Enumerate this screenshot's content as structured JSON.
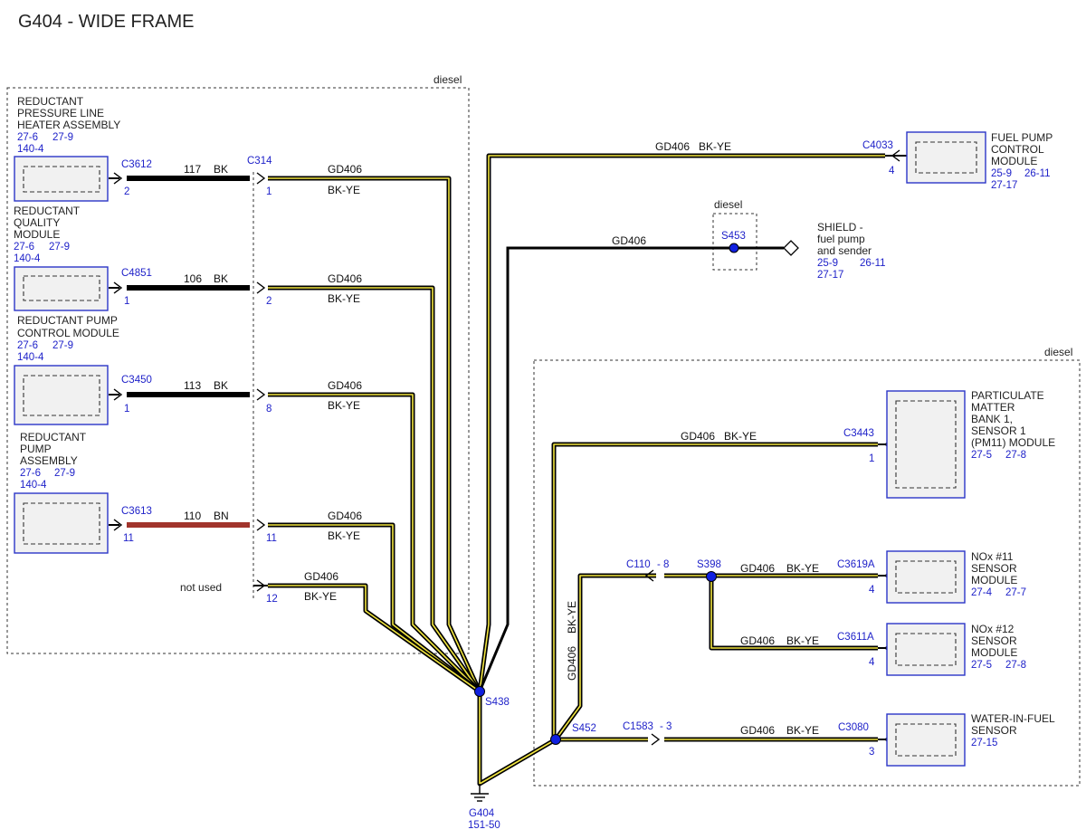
{
  "title": "G404 - WIDE FRAME",
  "regions": {
    "left": "diesel",
    "right": "diesel",
    "s453": "diesel"
  },
  "components": {
    "pressure_line": {
      "name": [
        "REDUCTANT",
        "PRESSURE LINE",
        "HEATER ASSEMBLY"
      ],
      "refs": [
        "27-6",
        "27-9",
        "140-4"
      ]
    },
    "quality_module": {
      "name": [
        "REDUCTANT",
        "QUALITY",
        "MODULE"
      ],
      "refs": [
        "27-6",
        "27-9",
        "140-4"
      ]
    },
    "pump_control": {
      "name": [
        "REDUCTANT PUMP",
        "CONTROL MODULE"
      ],
      "refs": [
        "27-6",
        "27-9",
        "140-4"
      ]
    },
    "pump_assembly": {
      "name": [
        "REDUCTANT",
        "PUMP",
        "ASSEMBLY"
      ],
      "refs": [
        "27-6",
        "27-9",
        "140-4"
      ]
    },
    "fuel_pump_ctrl": {
      "name": [
        "FUEL PUMP",
        "CONTROL",
        "MODULE"
      ],
      "refs": [
        "25-9",
        "26-11",
        "27-17"
      ]
    },
    "shield": {
      "name": [
        "SHIELD -",
        "fuel pump",
        "and sender"
      ],
      "refs": [
        "25-9",
        "26-11",
        "27-17"
      ]
    },
    "pm_sensor": {
      "name": [
        "PARTICULATE",
        "MATTER",
        "BANK 1,",
        "SENSOR 1",
        "(PM11) MODULE"
      ],
      "refs": [
        "27-5",
        "27-8"
      ]
    },
    "nox11": {
      "name": [
        "NOx #11",
        "SENSOR",
        "MODULE"
      ],
      "refs": [
        "27-4",
        "27-7"
      ]
    },
    "nox12": {
      "name": [
        "NOx #12",
        "SENSOR",
        "MODULE"
      ],
      "refs": [
        "27-5",
        "27-8"
      ]
    },
    "wif": {
      "name": [
        "WATER-IN-FUEL",
        "SENSOR"
      ],
      "refs": [
        "27-15"
      ]
    }
  },
  "connectors": {
    "c3612": {
      "id": "C3612",
      "pin": "2"
    },
    "c4851": {
      "id": "C4851",
      "pin": "1"
    },
    "c3450": {
      "id": "C3450",
      "pin": "1"
    },
    "c3613": {
      "id": "C3613",
      "pin": "11"
    },
    "c314": {
      "id": "C314",
      "pins": [
        "1",
        "2",
        "8",
        "11",
        "12"
      ]
    },
    "c4033": {
      "id": "C4033",
      "pin": "4"
    },
    "c3443": {
      "id": "C3443",
      "pin": "1"
    },
    "c3619a": {
      "id": "C3619A",
      "pin": "4"
    },
    "c3611a": {
      "id": "C3611A",
      "pin": "4"
    },
    "c3080": {
      "id": "C3080",
      "pin": "3"
    },
    "c110": "C110",
    "c110_pin": "- 8",
    "c1583": "C1583",
    "c1583_pin": "- 3"
  },
  "wires": {
    "w117": {
      "circuit": "117",
      "color": "BK"
    },
    "w106": {
      "circuit": "106",
      "color": "BK"
    },
    "w113": {
      "circuit": "113",
      "color": "BK"
    },
    "w110": {
      "circuit": "110",
      "color": "BN"
    },
    "gd406": "GD406",
    "bkye": "BK-YE",
    "not_used": "not used"
  },
  "splices": {
    "s438": "S438",
    "s452": "S452",
    "s398": "S398",
    "s453": "S453"
  },
  "ground": {
    "id": "G404",
    "ref": "151-50"
  }
}
